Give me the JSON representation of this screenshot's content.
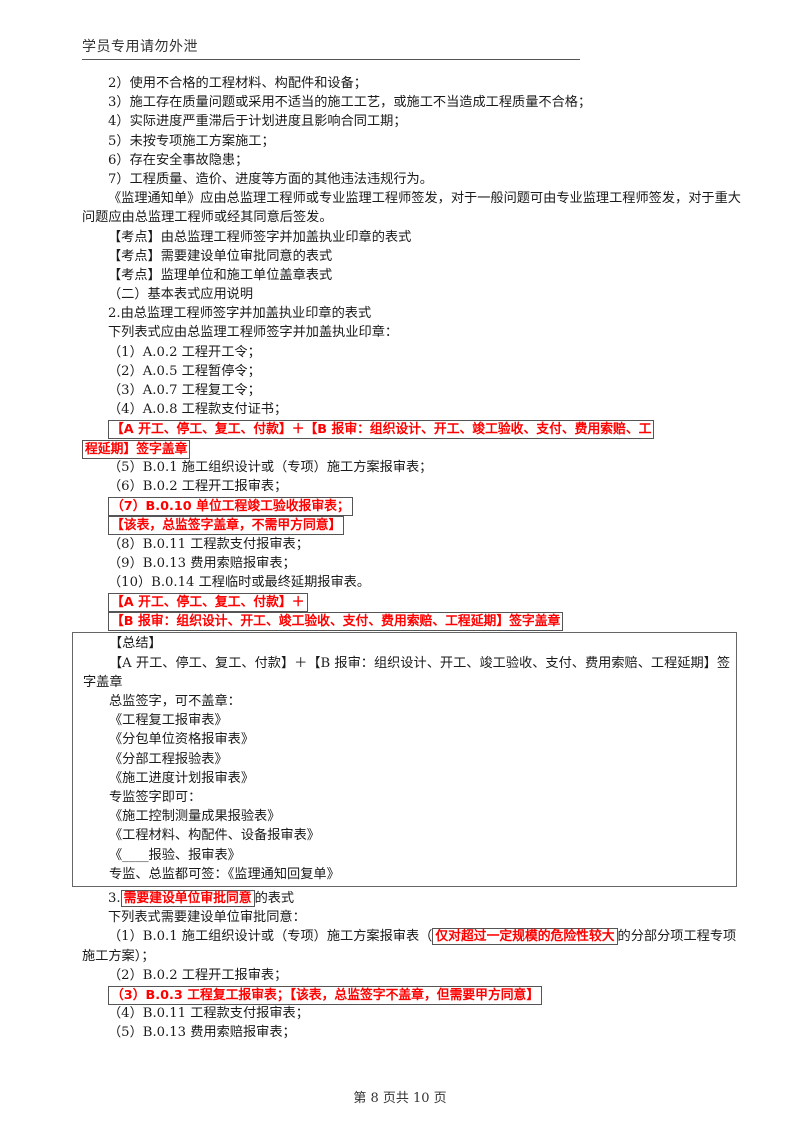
{
  "header": {
    "watermark": "学员专用请勿外泄"
  },
  "list_violations": [
    "2）使用不合格的工程材料、构配件和设备；",
    "3）施工存在质量问题或采用不适当的施工工艺，或施工不当造成工程质量不合格；",
    "4）实际进度严重滞后于计划进度且影响合同工期；",
    "5）未按专项施工方案施工；",
    "6）存在安全事故隐患；",
    "7）工程质量、造价、进度等方面的其他违法违规行为。"
  ],
  "notice_paragraph": "《监理通知单》应由总监理工程师或专业监理工程师签发，对于一般问题可由专业监理工程师签发，对于重大问题应由总监理工程师或经其同意后签发。",
  "key_points": [
    "【考点】由总监理工程师签字并加盖执业印章的表式",
    "【考点】需要建设单位审批同意的表式",
    "【考点】监理单位和施工单位盖章表式"
  ],
  "section_two": {
    "heading": "（二）基本表式应用说明",
    "sub_heading": "2.由总监理工程师签字并加盖执业印章的表式",
    "intro": "下列表式应由总监理工程师签字并加盖执业印章：",
    "items_a": [
      "（1）A.0.2 工程开工令；",
      "（2）A.0.5 工程暂停令；",
      "（3）A.0.7 工程复工令；",
      "（4）A.0.8 工程款支付证书；"
    ],
    "highlight_1_line1": "【A 开工、停工、复工、付款】＋【B 报审：组织设计、开工、竣工验收、支付、费用索赔、工",
    "highlight_1_line2": "程延期】签字盖章",
    "items_b1": [
      "（5）B.0.1 施工组织设计或（专项）施工方案报审表；",
      "（6）B.0.2 工程开工报审表；"
    ],
    "highlight_item7": "（7）B.0.10 单位工程竣工验收报审表；",
    "highlight_item7_note": "【该表，总监签字盖章，不需甲方同意】",
    "items_b2": [
      "（8）B.0.11 工程款支付报审表；",
      "（9）B.0.13 费用索赔报审表；",
      "（10）B.0.14 工程临时或最终延期报审表。"
    ],
    "highlight_2_line1": "【A 开工、停工、复工、付款】＋",
    "highlight_2_line2": "【B 报审：组织设计、开工、竣工验收、支付、费用索赔、工程延期】签字盖章"
  },
  "summary": {
    "title": "【总结】",
    "formula": "【A 开工、停工、复工、付款】＋【B 报审：组织设计、开工、竣工验收、支付、费用索赔、工程延期】签字盖章",
    "chief_sign_label": "总监签字，可不盖章：",
    "chief_sign_items": [
      "《工程复工报审表》",
      "《分包单位资格报审表》",
      "《分部工程报验表》",
      "《施工进度计划报审表》"
    ],
    "specialist_sign_label": "专监签字即可：",
    "specialist_sign_items": [
      "《施工控制测量成果报验表》",
      "《工程材料、构配件、设备报审表》",
      "《____报验、报审表》"
    ],
    "both_sign": "专监、总监都可签：《监理通知回复单》"
  },
  "section_three": {
    "heading_prefix": "3.",
    "heading_highlight": "需要建设单位审批同意",
    "heading_suffix": "的表式",
    "intro": "下列表式需要建设单位审批同意：",
    "item1_prefix": "（1）B.0.1 施工组织设计或（专项）施工方案报审表（",
    "item1_highlight": "仅对超过一定规模的危险性较大",
    "item1_suffix": "的分部分项工程专项施工方案）；",
    "item2": "（2）B.0.2 工程开工报审表；",
    "item3_highlight": "（3）B.0.3 工程复工报审表；【该表，总监签字不盖章，但需要甲方同意】",
    "item4": "（4）B.0.11 工程款支付报审表；",
    "item5": "（5）B.0.13 费用索赔报审表；"
  },
  "footer": {
    "page_indicator": "第 8 页共 10 页"
  },
  "colors": {
    "highlight_text": "#ff0000",
    "highlight_border": "#555555",
    "body_text": "#1a1a1a"
  }
}
